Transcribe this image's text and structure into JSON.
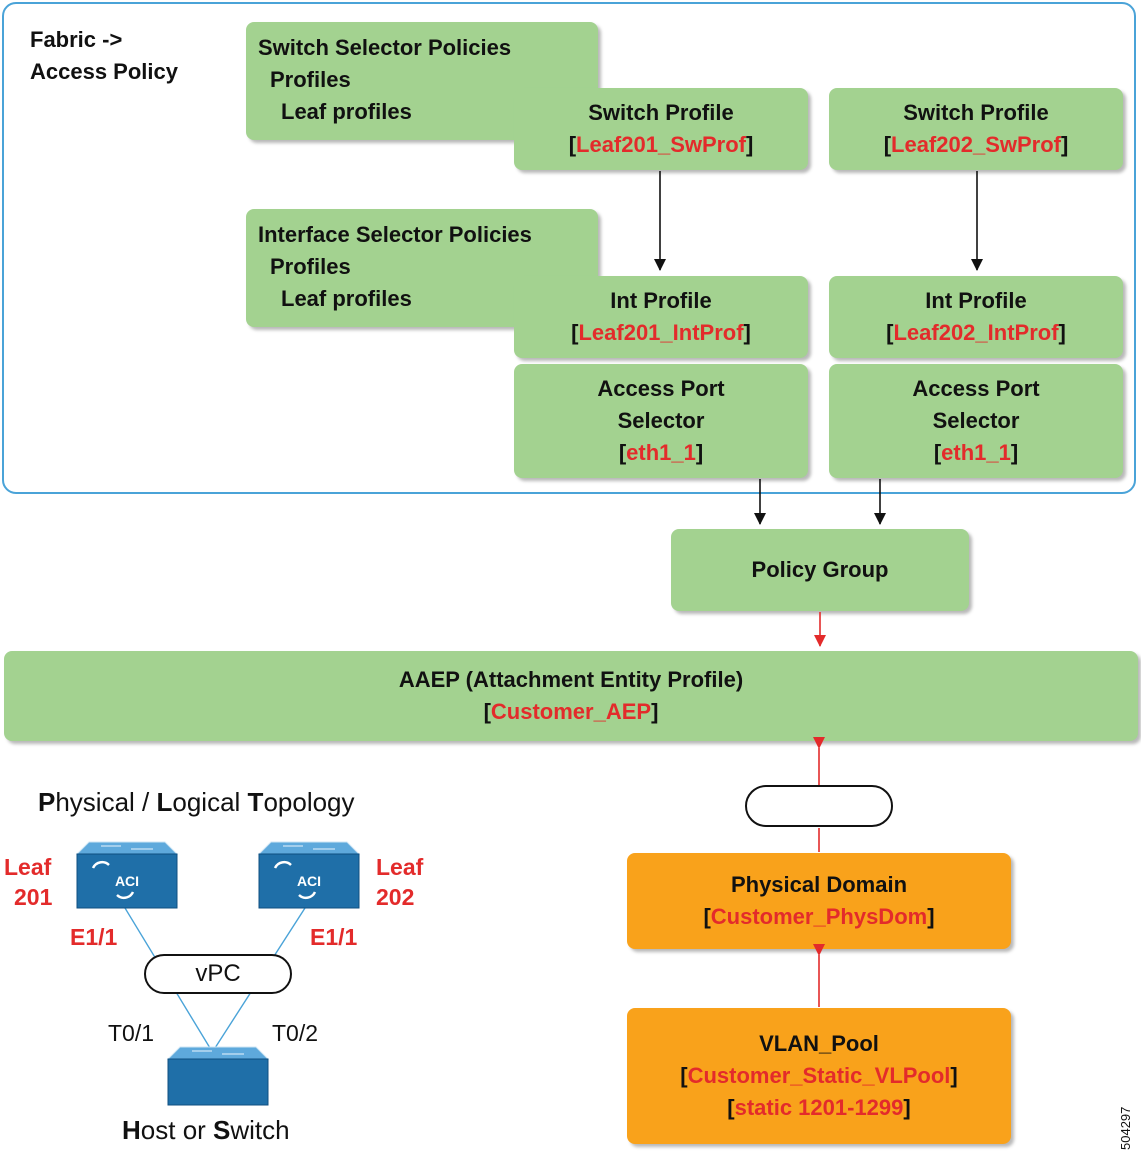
{
  "fabric_header": {
    "line1": "Fabric ->",
    "line2": "Access Policy"
  },
  "switch_selector": {
    "line1": "Switch Selector Policies",
    "line2": "Profiles",
    "line3": "Leaf profiles"
  },
  "interface_selector": {
    "line1": "Interface Selector Policies",
    "line2": "Profiles",
    "line3": "Leaf profiles"
  },
  "switch_profiles": [
    {
      "title": "Switch Profile",
      "name": "Leaf201_SwProf"
    },
    {
      "title": "Switch Profile",
      "name": "Leaf202_SwProf"
    }
  ],
  "int_profiles": [
    {
      "title": "Int Profile",
      "name": "Leaf201_IntProf"
    },
    {
      "title": "Int Profile",
      "name": "Leaf202_IntProf"
    }
  ],
  "access_port_selectors": [
    {
      "line1": "Access Port",
      "line2": "Selector",
      "name": "eth1_1"
    },
    {
      "line1": "Access Port",
      "line2": "Selector",
      "name": "eth1_1"
    }
  ],
  "policy_group": {
    "title": "Policy Group"
  },
  "aaep": {
    "title": "AAEP (Attachment Entity Profile)",
    "name": "Customer_AEP"
  },
  "physical_domain": {
    "title": "Physical Domain",
    "name": "Customer_PhysDom"
  },
  "vlan_pool": {
    "title": "VLAN_Pool",
    "name": "Customer_Static_VLPool",
    "range": "static 1201-1299"
  },
  "topology": {
    "title_parts": [
      "P",
      "hysical / ",
      "L",
      "ogical ",
      "T",
      "opology"
    ],
    "leaf_left": {
      "line1": "Leaf",
      "line2": "201",
      "port": "E1/1"
    },
    "leaf_right": {
      "line1": "Leaf",
      "line2": "202",
      "port": "E1/1"
    },
    "switch_icon_text": "ACI",
    "vpc_label": "vPC",
    "port_left": "T0/1",
    "port_right": "T0/2",
    "host_parts": [
      "H",
      "ost or ",
      "S",
      "witch"
    ]
  },
  "figure_code": "504297",
  "colors": {
    "green": "#a3d290",
    "orange": "#f9a21b",
    "red": "#e32b2b",
    "frame": "#4aa3d8",
    "switch_blue": "#1f6fa8"
  }
}
